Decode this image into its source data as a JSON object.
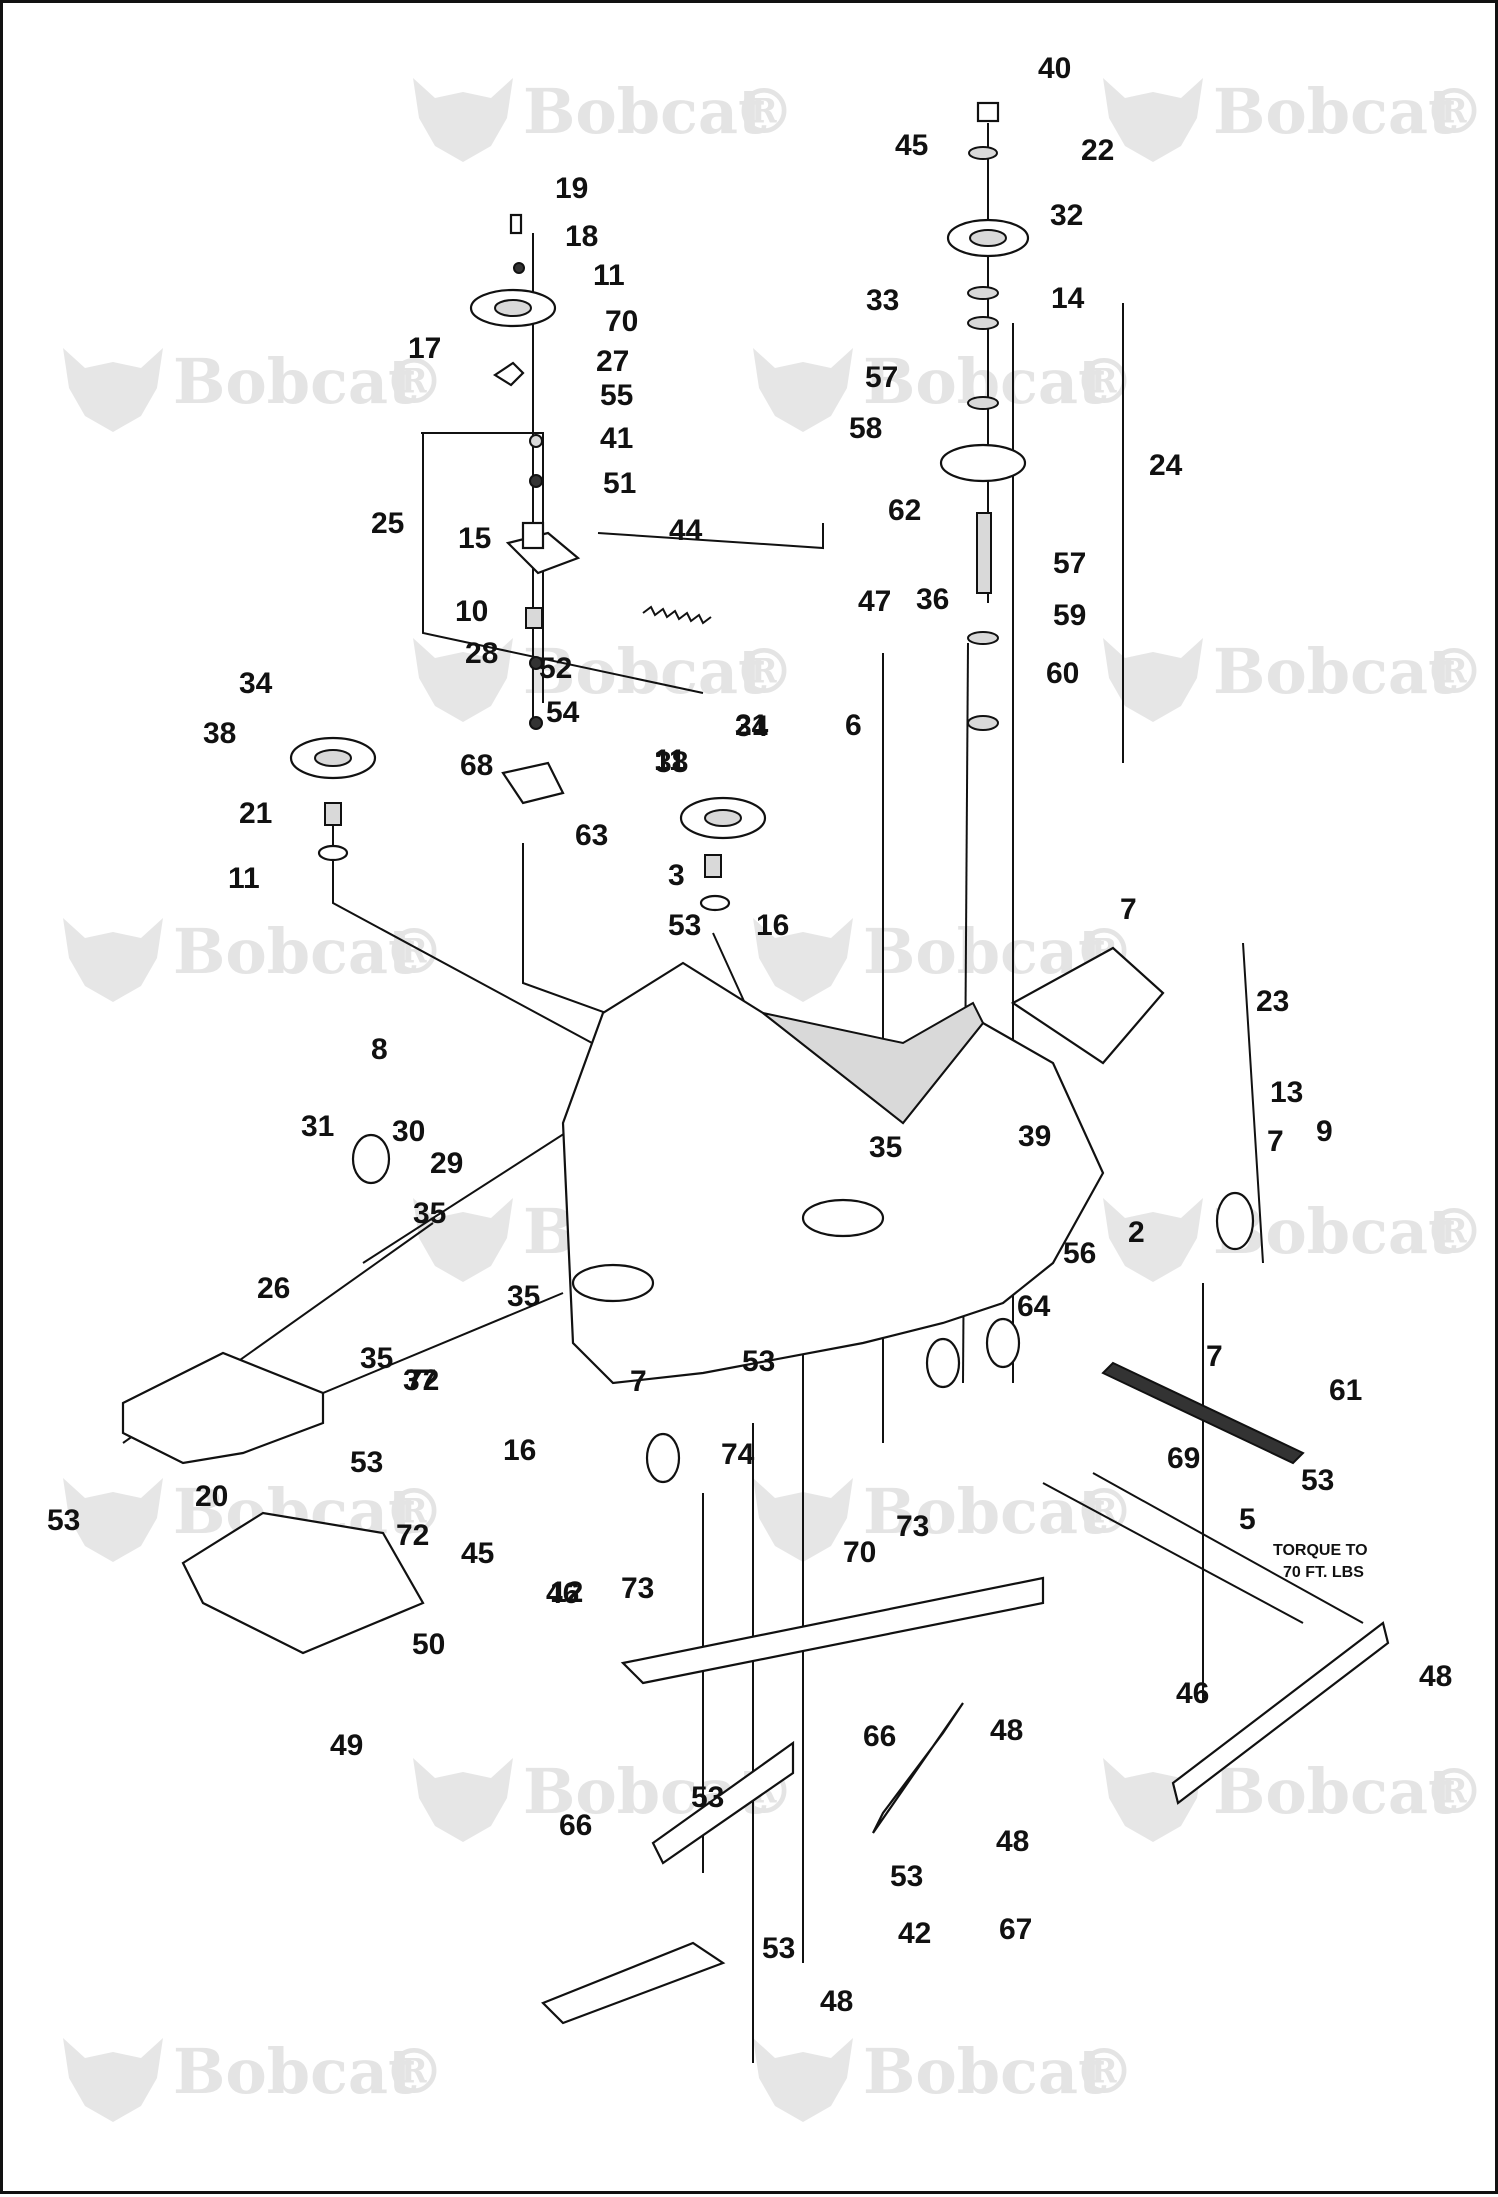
{
  "watermark": {
    "text": "Bobcat",
    "mark": "®",
    "logo_icon": "bobcat-head-icon"
  },
  "callouts": [
    "40",
    "45",
    "22",
    "32",
    "33",
    "14",
    "57",
    "58",
    "24",
    "62",
    "57",
    "59",
    "60",
    "19",
    "18",
    "11",
    "70",
    "17",
    "27",
    "55",
    "41",
    "51",
    "25",
    "15",
    "44",
    "10",
    "28",
    "52",
    "54",
    "68",
    "63",
    "47",
    "36",
    "6",
    "21",
    "11",
    "34",
    "38",
    "21",
    "11",
    "34",
    "38",
    "3",
    "53",
    "16",
    "7",
    "23",
    "8",
    "31",
    "30",
    "29",
    "35",
    "35",
    "39",
    "13",
    "9",
    "7",
    "2",
    "56",
    "26",
    "35",
    "35",
    "72",
    "37",
    "7",
    "53",
    "64",
    "7",
    "61",
    "53",
    "20",
    "53",
    "72",
    "16",
    "45",
    "12",
    "74",
    "73",
    "69",
    "53",
    "5",
    "73",
    "70",
    "46",
    "50",
    "49",
    "46",
    "48",
    "66",
    "48",
    "53",
    "66",
    "53",
    "48",
    "42",
    "67",
    "53",
    "48"
  ],
  "note": {
    "line1": "TORQUE TO",
    "line2": "70 FT. LBS"
  }
}
